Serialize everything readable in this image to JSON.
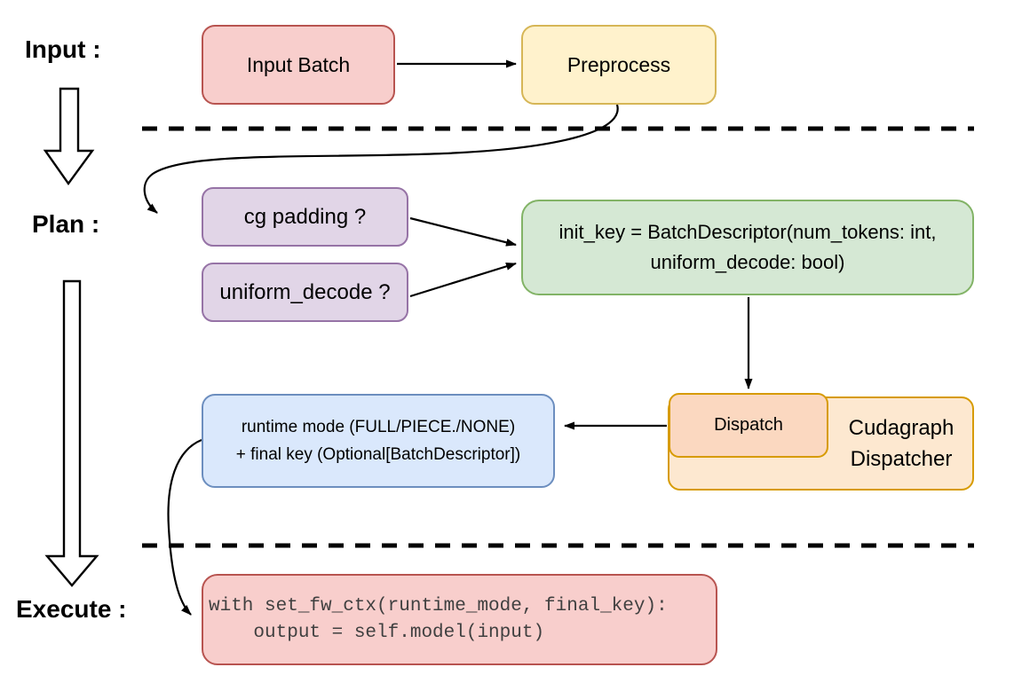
{
  "stages": {
    "input": {
      "label": "Input :"
    },
    "plan": {
      "label": "Plan :"
    },
    "execute": {
      "label": "Execute :"
    }
  },
  "nodes": {
    "input_batch": {
      "label": "Input Batch",
      "fill": "#f8cecc",
      "stroke": "#b85450"
    },
    "preprocess": {
      "label": "Preprocess",
      "fill": "#fff2cc",
      "stroke": "#d6b656"
    },
    "cg_padding": {
      "label": "cg padding ?",
      "fill": "#e1d5e7",
      "stroke": "#9673a6"
    },
    "uniform_decode": {
      "label": "uniform_decode ?",
      "fill": "#e1d5e7",
      "stroke": "#9673a6"
    },
    "init_key": {
      "line1": "init_key = BatchDescriptor(num_tokens: int,",
      "line2": "uniform_decode: bool)",
      "fill": "#d5e8d4",
      "stroke": "#82b366"
    },
    "dispatch": {
      "label": "Dispatch",
      "fill": "#fbd8c0",
      "stroke": "#d79b00"
    },
    "cudagraph_dispatcher": {
      "line1": "Cudagraph",
      "line2": "Dispatcher",
      "fill": "#fde8d0",
      "stroke": "#d79b00"
    },
    "runtime_result": {
      "line1": "runtime mode (FULL/PIECE./NONE)",
      "line2": "+ final key (Optional[BatchDescriptor])",
      "fill": "#dae8fc",
      "stroke": "#6c8ebf"
    },
    "execute_code": {
      "line1": "with set_fw_ctx(runtime_mode, final_key):",
      "line2": "    output = self.model(input)",
      "fill": "#f8cecc",
      "stroke": "#b85450"
    }
  }
}
